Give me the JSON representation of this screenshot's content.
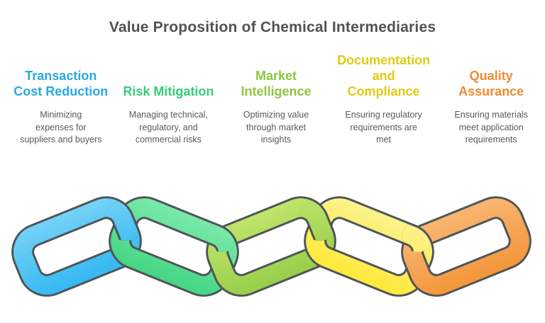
{
  "title": "Value Proposition of Chemical Intermediaries",
  "columns": [
    {
      "heading": "Transaction\nCost Reduction",
      "description": "Minimizing\nexpenses for\nsuppliers and buyers",
      "color": "#29A9E1"
    },
    {
      "heading": "Risk Mitigation",
      "description": "Managing technical,\nregulatory, and\ncommercial risks",
      "color": "#35CC78"
    },
    {
      "heading": "Market\nIntelligence",
      "description": "Optimizing value\nthrough market\ninsights",
      "color": "#8DC63F"
    },
    {
      "heading": "Documentation\nand\nCompliance",
      "description": "Ensuring regulatory\nrequirements are\nmet",
      "color": "#E0CB14"
    },
    {
      "heading": "Quality\nAssurance",
      "description": "Ensuring materials\nmeet application\nrequirements",
      "color": "#EF8B32"
    }
  ],
  "chain": {
    "outline_color": "#4E5558",
    "links": [
      {
        "label": "transaction-cost-reduction",
        "color_top": "#8ADAF8",
        "color_bottom": "#1FB0F0"
      },
      {
        "label": "risk-mitigation",
        "color_top": "#8BEFB6",
        "color_bottom": "#33D077"
      },
      {
        "label": "market-intelligence",
        "color_top": "#CDEC75",
        "color_bottom": "#8BC63F"
      },
      {
        "label": "documentation-compliance",
        "color_top": "#FBF6A8",
        "color_bottom": "#FFE51E"
      },
      {
        "label": "quality-assurance",
        "color_top": "#FAC084",
        "color_bottom": "#F28C28"
      }
    ]
  }
}
